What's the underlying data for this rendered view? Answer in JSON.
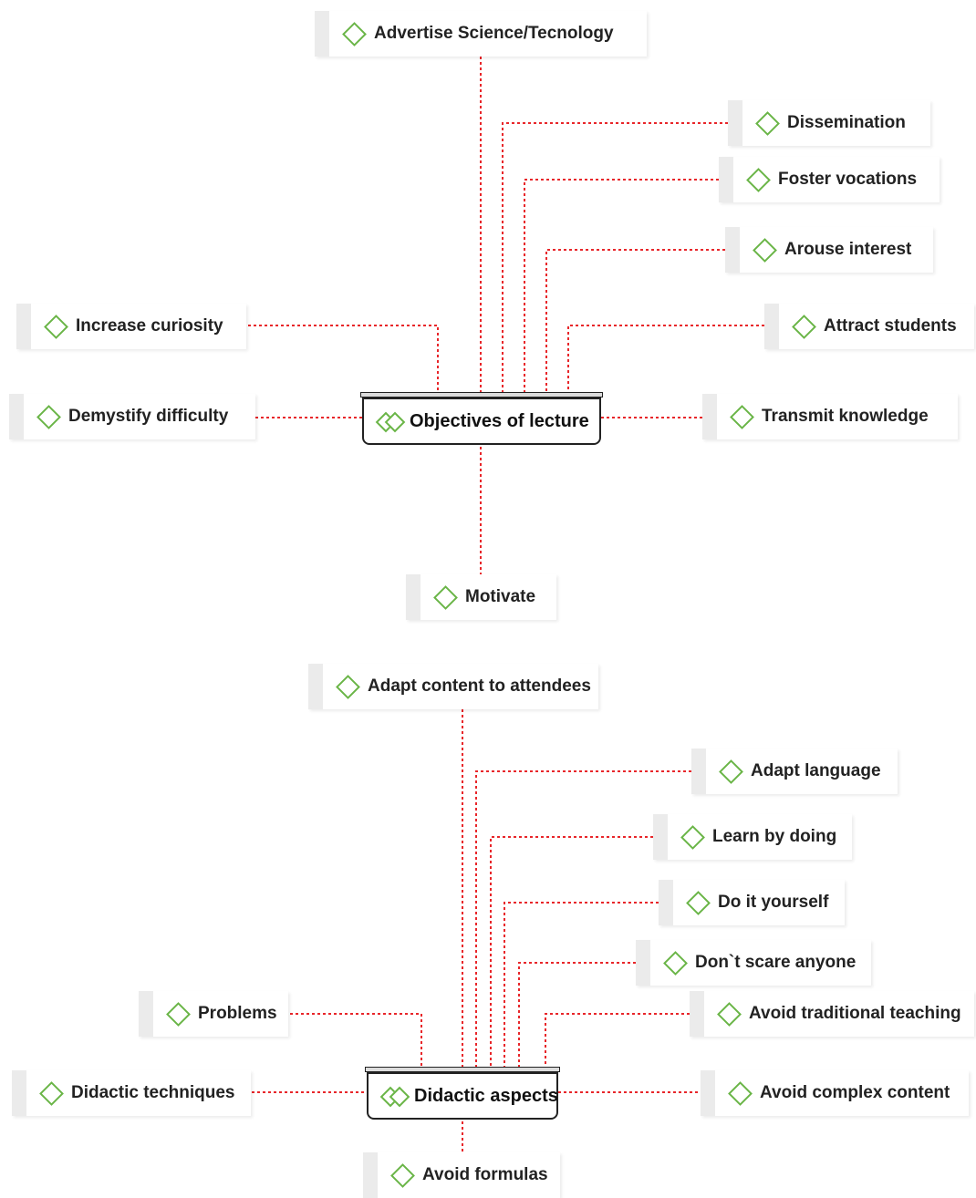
{
  "diagram_1": {
    "group_label": "Objectives of lecture",
    "codes": {
      "advertise": "Advertise Science/Tecnology",
      "dissemination": "Dissemination",
      "foster": "Foster vocations",
      "arouse": "Arouse interest",
      "curiosity": "Increase curiosity",
      "attract": "Attract students",
      "demystify": "Demystify difficulty",
      "transmit": "Transmit knowledge",
      "motivate": "Motivate"
    }
  },
  "diagram_2": {
    "group_label": "Didactic aspects",
    "codes": {
      "adapt_content": "Adapt content to attendees",
      "adapt_language": "Adapt language",
      "learn_doing": "Learn by doing",
      "diy": "Do it yourself",
      "dont_scare": "Don`t scare anyone",
      "problems": "Problems",
      "avoid_traditional": "Avoid traditional teaching",
      "techniques": "Didactic techniques",
      "avoid_complex": "Avoid complex content",
      "avoid_formulas": "Avoid formulas"
    }
  },
  "colors": {
    "connector": "#e8262a",
    "code_icon": "#6ab547",
    "group_border": "#222222"
  },
  "icons": {
    "code": "diamond-icon",
    "group": "double-diamond-icon"
  }
}
